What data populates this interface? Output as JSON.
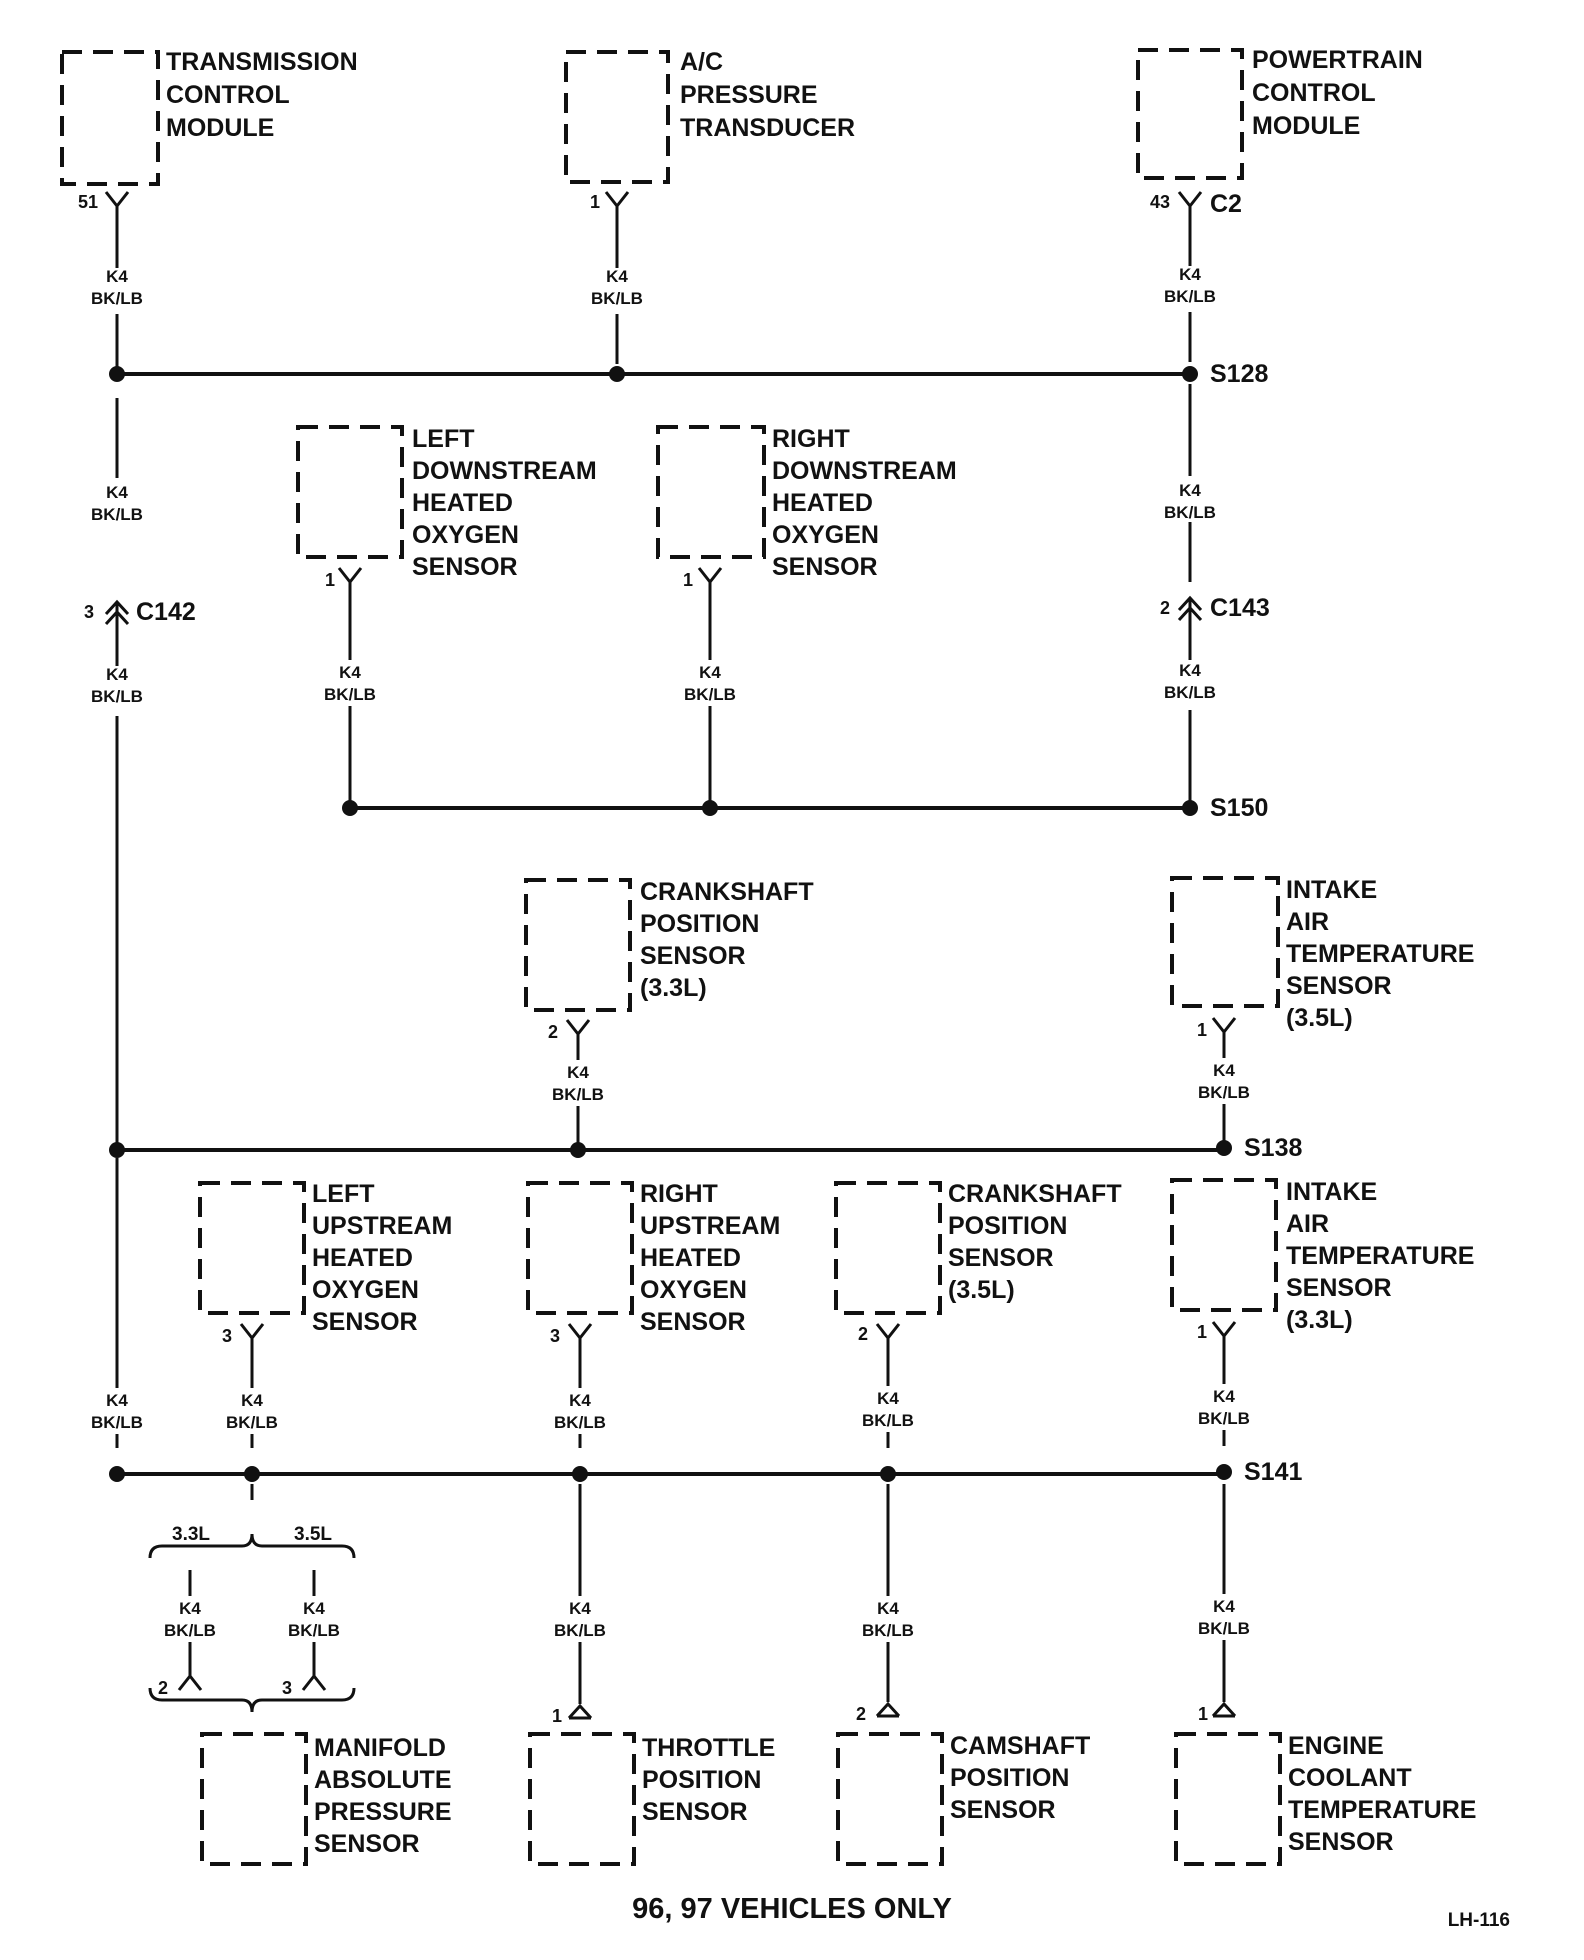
{
  "diagram": {
    "footer": "96, 97 VEHICLES ONLY",
    "figure_id": "LH-116",
    "wire": {
      "circuit": "K4",
      "color": "BK/LB"
    },
    "components": {
      "tcm": [
        "TRANSMISSION",
        "CONTROL",
        "MODULE"
      ],
      "ac": [
        "A/C",
        "PRESSURE",
        "TRANSDUCER"
      ],
      "pcm": [
        "POWERTRAIN",
        "CONTROL",
        "MODULE"
      ],
      "ldho2": [
        "LEFT",
        "DOWNSTREAM",
        "HEATED",
        "OXYGEN",
        "SENSOR"
      ],
      "rdho2": [
        "RIGHT",
        "DOWNSTREAM",
        "HEATED",
        "OXYGEN",
        "SENSOR"
      ],
      "ckp33": [
        "CRANKSHAFT",
        "POSITION",
        "SENSOR",
        "(3.3L)"
      ],
      "iat35": [
        "INTAKE",
        "AIR",
        "TEMPERATURE",
        "SENSOR",
        "(3.5L)"
      ],
      "luho2": [
        "LEFT",
        "UPSTREAM",
        "HEATED",
        "OXYGEN",
        "SENSOR"
      ],
      "ruho2": [
        "RIGHT",
        "UPSTREAM",
        "HEATED",
        "OXYGEN",
        "SENSOR"
      ],
      "ckp35": [
        "CRANKSHAFT",
        "POSITION",
        "SENSOR",
        "(3.5L)"
      ],
      "iat33": [
        "INTAKE",
        "AIR",
        "TEMPERATURE",
        "SENSOR",
        "(3.3L)"
      ],
      "map": [
        "MANIFOLD",
        "ABSOLUTE",
        "PRESSURE",
        "SENSOR"
      ],
      "tps": [
        "THROTTLE",
        "POSITION",
        "SENSOR"
      ],
      "cmp": [
        "CAMSHAFT",
        "POSITION",
        "SENSOR"
      ],
      "ect": [
        "ENGINE",
        "COOLANT",
        "TEMPERATURE",
        "SENSOR"
      ]
    },
    "splices": {
      "s128": "S128",
      "s150": "S150",
      "s138": "S138",
      "s141": "S141"
    },
    "connectors": {
      "c142": "C142",
      "c143": "C143",
      "c2": "C2"
    },
    "pins": {
      "tcm": "51",
      "ac": "1",
      "pcm": "43",
      "c142": "3",
      "c143": "2",
      "ldho2": "1",
      "rdho2": "1",
      "ckp33": "2",
      "iat35": "1",
      "luho2": "3",
      "ruho2": "3",
      "ckp35": "2",
      "iat33": "1",
      "map33": "2",
      "map35": "3",
      "tps": "1",
      "cmp": "2",
      "ect": "1"
    },
    "engine_options": {
      "left": "3.3L",
      "right": "3.5L"
    }
  }
}
